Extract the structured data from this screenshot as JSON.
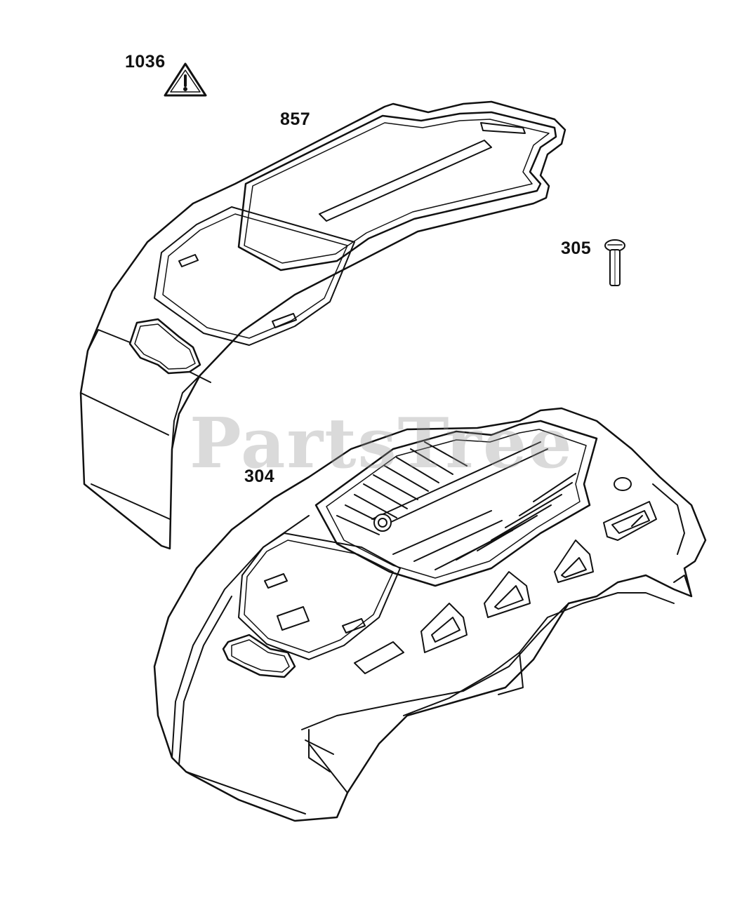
{
  "callouts": {
    "warning_decal": "1036",
    "top_cover": "857",
    "screw": "305",
    "blower_housing": "304"
  },
  "watermark": "PartsTree",
  "colors": {
    "line": "#111111",
    "background": "#ffffff",
    "watermark": "#969696"
  },
  "icons": {
    "warning_decal": "warning-triangle-icon"
  }
}
